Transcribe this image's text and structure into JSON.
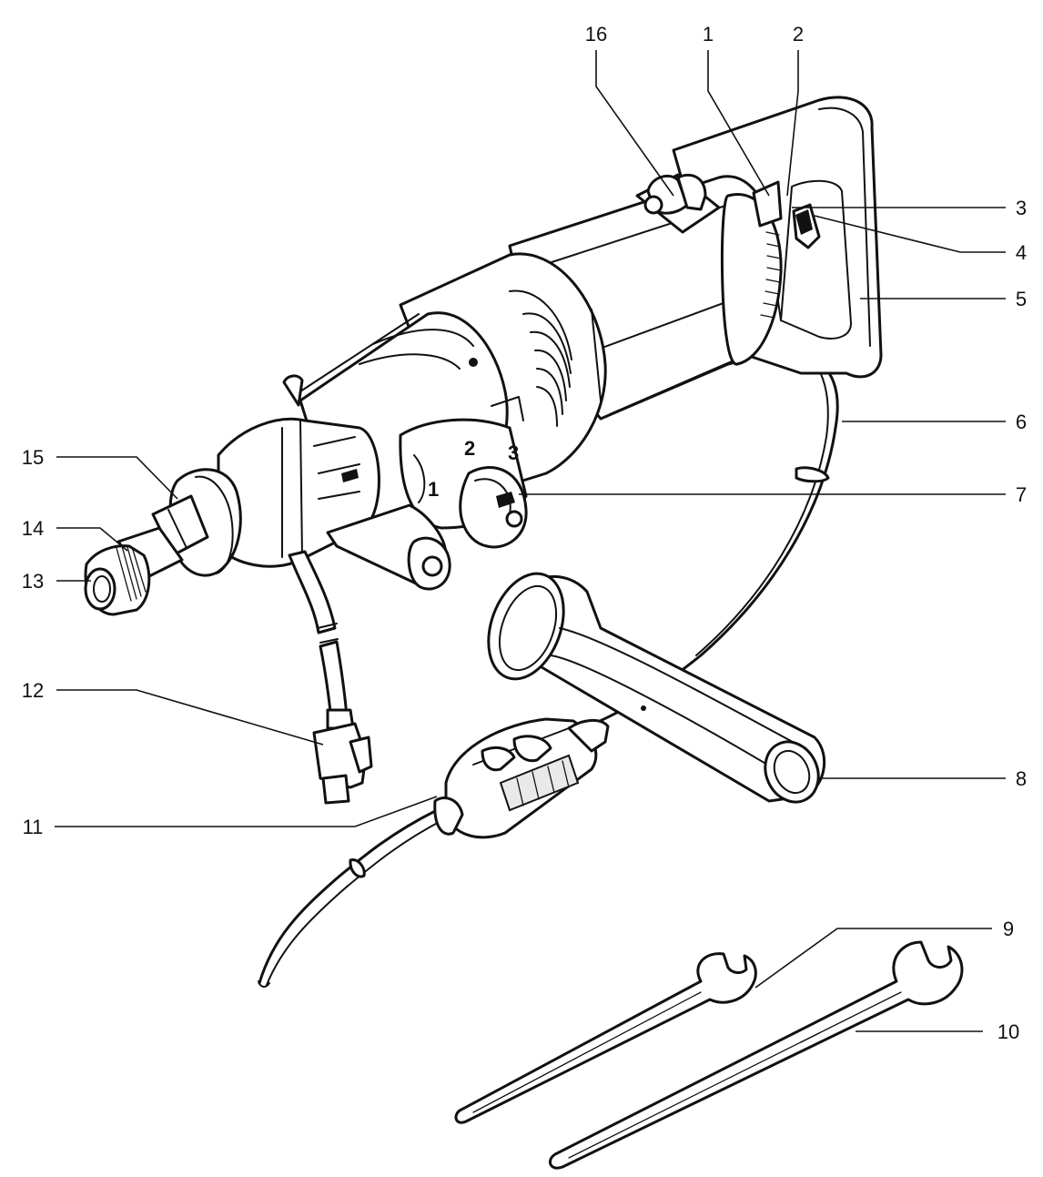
{
  "callouts": [
    {
      "id": "1",
      "label": "1"
    },
    {
      "id": "2",
      "label": "2"
    },
    {
      "id": "3",
      "label": "3"
    },
    {
      "id": "4",
      "label": "4"
    },
    {
      "id": "5",
      "label": "5"
    },
    {
      "id": "6",
      "label": "6"
    },
    {
      "id": "7",
      "label": "7"
    },
    {
      "id": "8",
      "label": "8"
    },
    {
      "id": "9",
      "label": "9"
    },
    {
      "id": "10",
      "label": "10"
    },
    {
      "id": "11",
      "label": "11"
    },
    {
      "id": "12",
      "label": "12"
    },
    {
      "id": "13",
      "label": "13"
    },
    {
      "id": "14",
      "label": "14"
    },
    {
      "id": "15",
      "label": "15"
    },
    {
      "id": "16",
      "label": "16"
    }
  ],
  "gear_selector_digits": [
    "1",
    "2",
    "3"
  ]
}
